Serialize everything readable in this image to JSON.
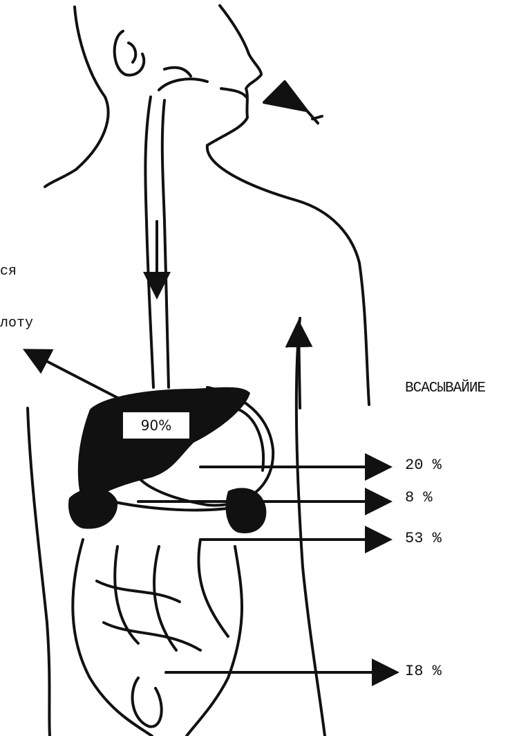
{
  "labels": {
    "left_top": "ся",
    "left_bottom": "лоту",
    "absorption_heading": "ВСАСЫВАЙИЕ",
    "liver_percent": "90%"
  },
  "absorption": [
    {
      "organ": "stomach",
      "value": "20 %"
    },
    {
      "organ": "duodenum",
      "value": "8  %"
    },
    {
      "organ": "small-intestine",
      "value": "53 %"
    },
    {
      "organ": "large-intestine",
      "value": "I8 %"
    }
  ],
  "colors": {
    "ink": "#111111",
    "paper": "#ffffff"
  }
}
